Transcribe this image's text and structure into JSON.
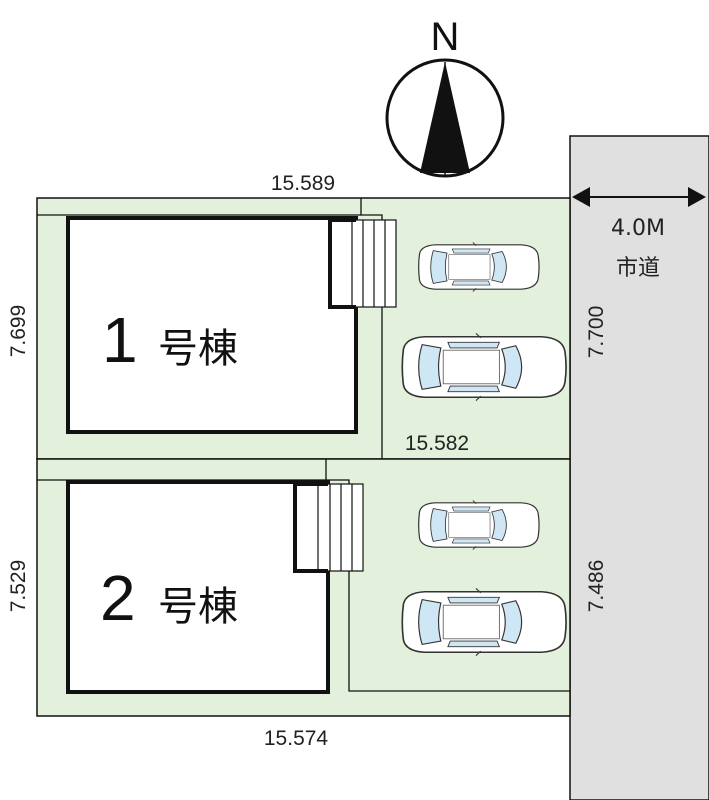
{
  "compass": {
    "label": "N"
  },
  "dimensions": {
    "lot1_top": "15.589",
    "lot1_left": "7.699",
    "lot1_right": "7.700",
    "lot1_bottom": "15.582",
    "lot2_left": "7.529",
    "lot2_right": "7.486",
    "lot2_bottom": "15.574"
  },
  "road": {
    "width": "4.0M",
    "name": "市道"
  },
  "units": [
    {
      "number": "1",
      "suffix": "号棟"
    },
    {
      "number": "2",
      "suffix": "号棟"
    }
  ],
  "colors": {
    "lot_fill": "#e2f0dc",
    "road_fill": "#e0e0e0",
    "outline": "#111111",
    "car_glass": "#cfe6f5"
  }
}
